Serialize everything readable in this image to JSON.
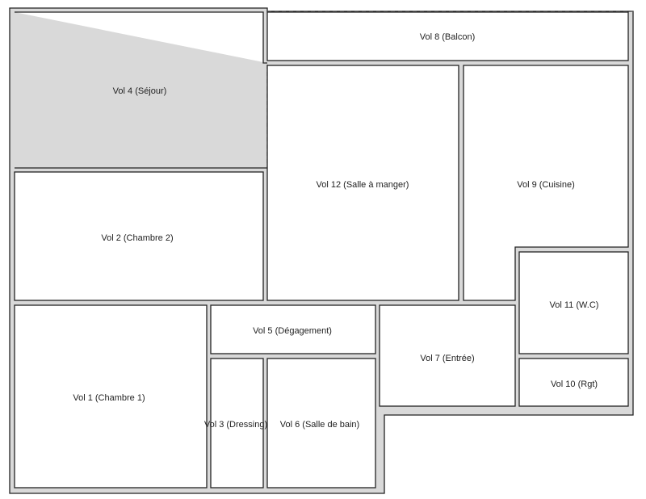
{
  "floorplan": {
    "rooms": {
      "vol1": "Vol 1 (Chambre 1)",
      "vol2": "Vol 2 (Chambre 2)",
      "vol3": "Vol 3 (Dressing)",
      "vol4": "Vol 4 (Séjour)",
      "vol5": "Vol 5 (Dégagement)",
      "vol6": "Vol 6 (Salle de bain)",
      "vol7": "Vol 7 (Entrée)",
      "vol8": "Vol 8 (Balcon)",
      "vol9": "Vol 9 (Cuisine)",
      "vol10": "Vol 10 (Rgt)",
      "vol11": "Vol 11 (W.C)",
      "vol12": "Vol 12 (Salle à manger)"
    }
  }
}
